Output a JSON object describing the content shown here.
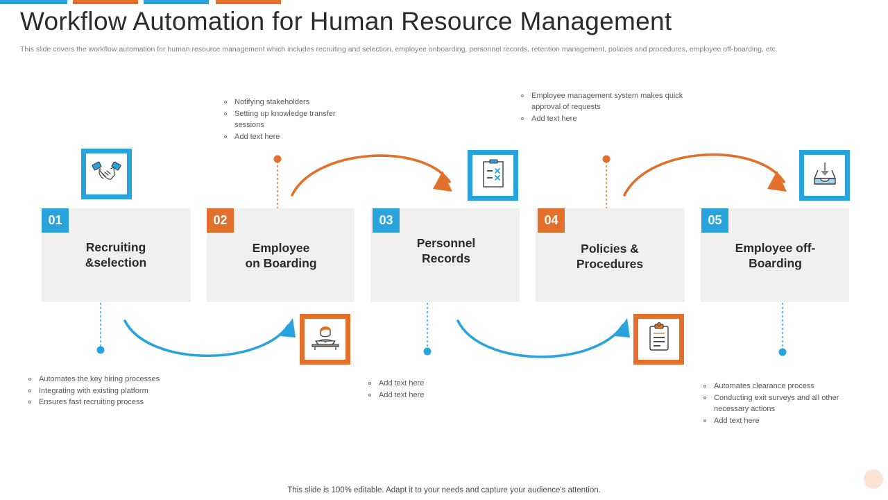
{
  "header": {
    "title": "Workflow Automation for Human Resource Management",
    "subtitle": "This slide covers the workflow automation for human resource management which includes recruiting and selection, employee onboarding, personnel records, retention management, policies and procedures, employee off-boarding, etc."
  },
  "colors": {
    "blue": "#29a3dc",
    "orange": "#e2702a",
    "box_bg": "#f0f0f0",
    "text": "#2b2b2b",
    "muted": "#59595b"
  },
  "accent_bars": [
    {
      "color": "#29a3dc"
    },
    {
      "color": "#e2702a"
    },
    {
      "color": "#29a3dc"
    },
    {
      "color": "#e2702a"
    }
  ],
  "stages": [
    {
      "number": "01",
      "label": "Recruiting\n&selection",
      "label_line1": "Recruiting",
      "label_line2": "&selection",
      "accent": "#29a3dc",
      "icon": "handshake-icon"
    },
    {
      "number": "02",
      "label": "Employee\non Boarding",
      "label_line1": "Employee",
      "label_line2": "on Boarding",
      "accent": "#e2702a",
      "icon": "person-at-laptop-icon"
    },
    {
      "number": "03",
      "label": "Personnel\nRecords",
      "label_line1": "Personnel",
      "label_line2": "Records",
      "accent": "#29a3dc",
      "icon": "checklist-clipboard-icon"
    },
    {
      "number": "04",
      "label": "Policies &\nProcedures",
      "label_line1": "Policies &",
      "label_line2": "Procedures",
      "accent": "#e2702a",
      "icon": "clipboard-document-icon"
    },
    {
      "number": "05",
      "label": "Employee off-\nBoarding",
      "label_line1": "Employee off-",
      "label_line2": "Boarding",
      "accent": "#29a3dc",
      "icon": "inbox-tray-icon"
    }
  ],
  "callouts": {
    "stage2_top": [
      "Notifying stakeholders",
      "Setting up knowledge transfer sessions",
      "Add text here"
    ],
    "stage4_top": [
      "Employee management system makes quick approval of requests",
      "Add text here"
    ],
    "stage1_bottom": [
      "Automates the key hiring processes",
      "Integrating with existing platform",
      "Ensures fast recruiting process"
    ],
    "stage3_bottom": [
      "Add text here",
      "Add text here"
    ],
    "stage5_bottom": [
      "Automates clearance process",
      "Conducting exit surveys and all other necessary actions",
      "Add text here"
    ]
  },
  "footer": {
    "note": "This slide is 100% editable. Adapt it to your needs and capture your audience's attention."
  }
}
